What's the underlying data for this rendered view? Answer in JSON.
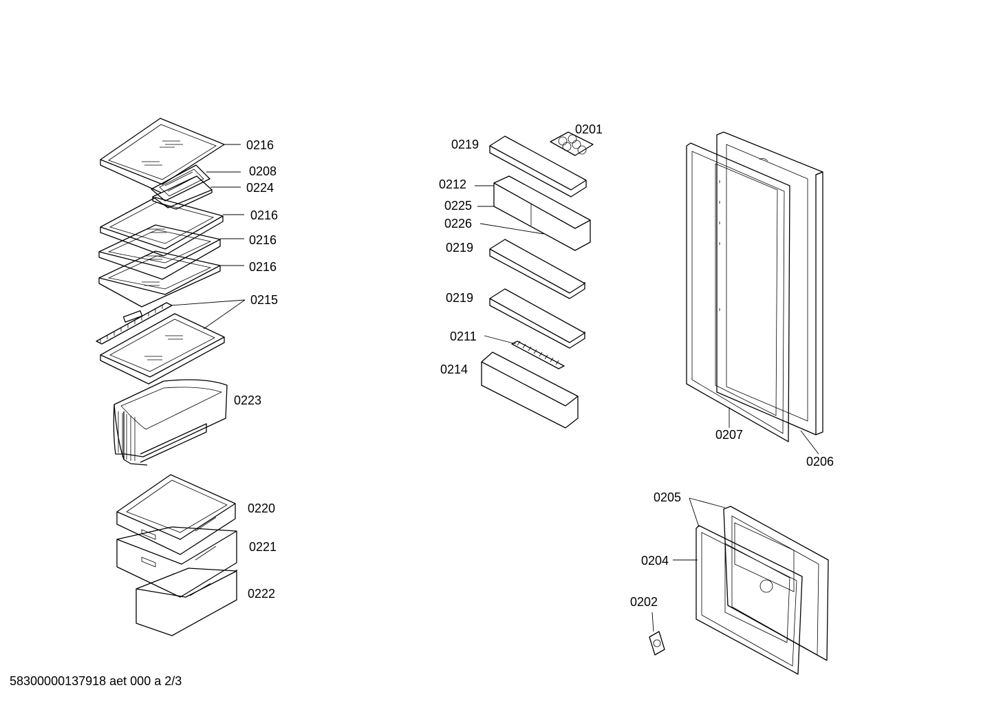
{
  "labels": {
    "l0216a": "0216",
    "l0208": "0208",
    "l0224": "0224",
    "l0216b": "0216",
    "l0216c": "0216",
    "l0216d": "0216",
    "l0215": "0215",
    "l0223": "0223",
    "l0220": "0220",
    "l0221": "0221",
    "l0222": "0222",
    "l0219a": "0219",
    "l0201": "0201",
    "l0212": "0212",
    "l0225": "0225",
    "l0226": "0226",
    "l0219b": "0219",
    "l0219c": "0219",
    "l0211": "0211",
    "l0214": "0214",
    "l0207": "0207",
    "l0206": "0206",
    "l0205": "0205",
    "l0204": "0204",
    "l0202": "0202"
  },
  "footer": "58300000137918 aet 000 a 2/3"
}
